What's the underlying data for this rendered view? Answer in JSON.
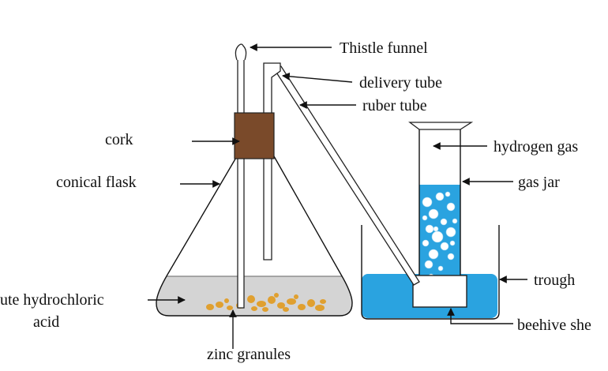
{
  "labels": {
    "thistle_funnel": "Thistle funnel",
    "delivery_tube": "delivery tube",
    "ruber_tube": "ruber tube",
    "cork": "cork",
    "hydrogen_gas": "hydrogen gas",
    "conical_flask": "conical flask",
    "gas_jar": "gas jar",
    "acid_line1": "ute hydrochloric",
    "acid_line2": "acid",
    "trough": "trough",
    "beehive_shelf": "beehive she",
    "zinc_granules": "zinc granules"
  },
  "colors": {
    "water": "#2aa3e0",
    "acid": "#d4d4d4",
    "cork": "#7a4a2a",
    "zinc": "#e0a030",
    "bubble": "#ffffff",
    "outline": "#222222"
  }
}
